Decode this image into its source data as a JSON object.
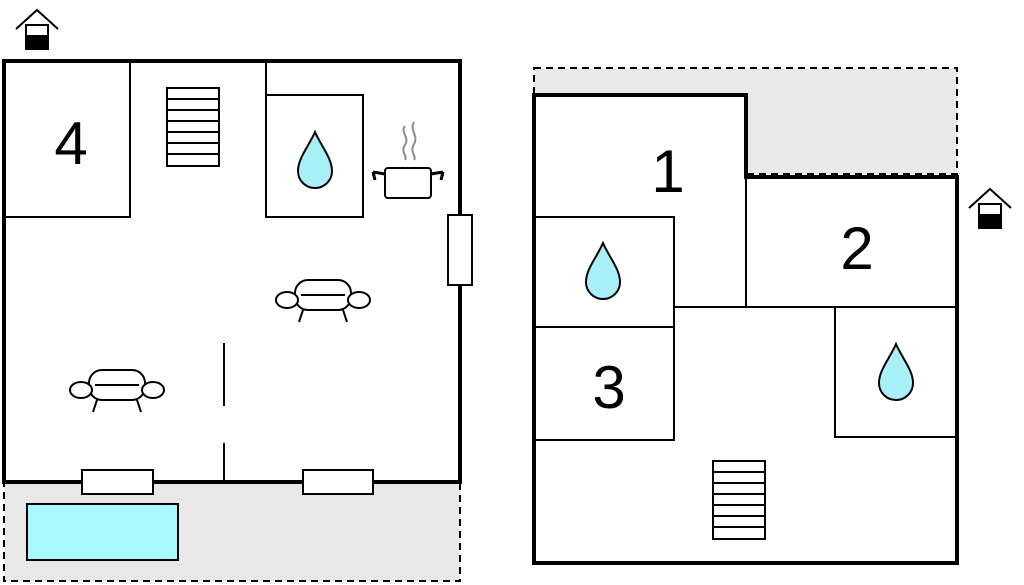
{
  "floor_plan": {
    "ground_floor": {
      "rooms": [
        {
          "label": "4",
          "type": "bedroom"
        }
      ],
      "icons": [
        "entrance-icon",
        "stairs-icon",
        "shower-icon",
        "cooking-pot-icon",
        "sofa-icon",
        "sofa-icon",
        "window-icon",
        "pool-icon"
      ]
    },
    "upper_floor": {
      "rooms": [
        {
          "label": "1",
          "type": "bedroom"
        },
        {
          "label": "2",
          "type": "bedroom"
        },
        {
          "label": "3",
          "type": "bedroom"
        }
      ],
      "icons": [
        "entrance-icon",
        "shower-icon",
        "shower-icon",
        "stairs-icon"
      ]
    },
    "colors": {
      "wall": "#000000",
      "water": "#a8f0f8",
      "pool": "#a8f8ff",
      "terrace": "#e8e8e8",
      "steam": "#8c8c8c"
    }
  }
}
